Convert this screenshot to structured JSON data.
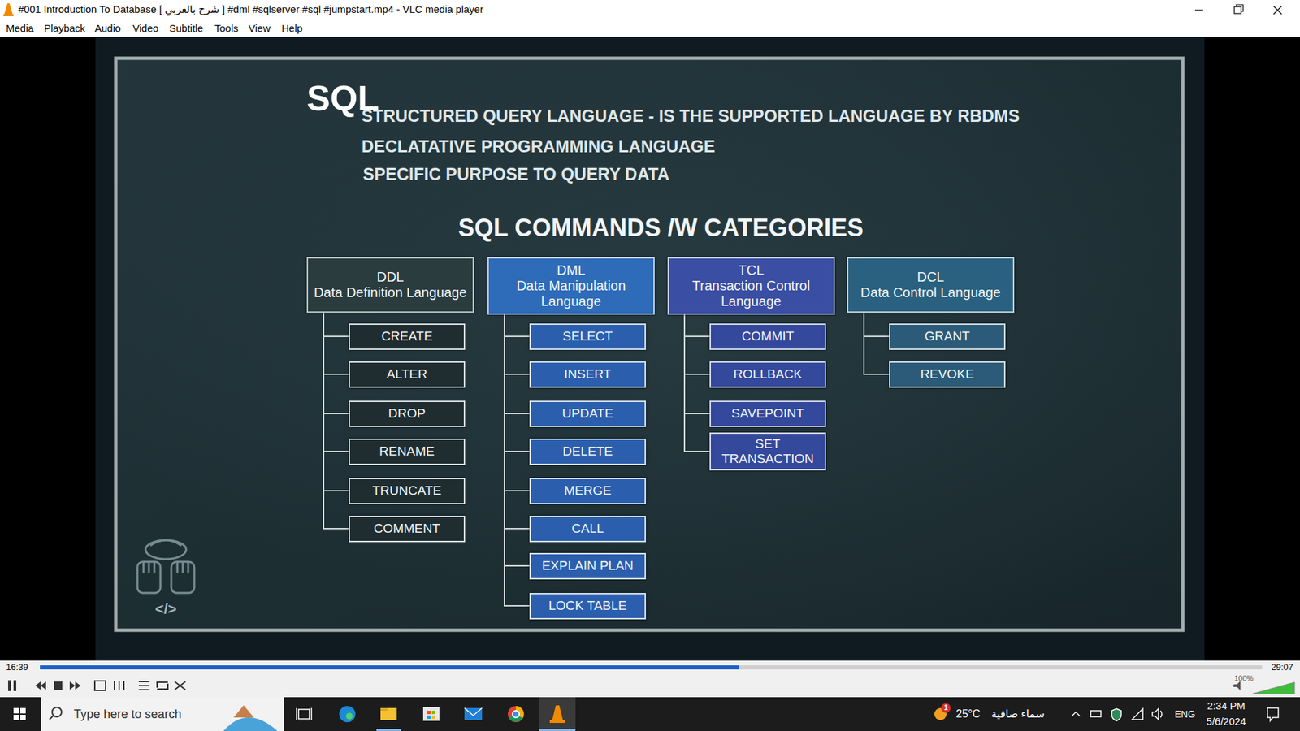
{
  "diagram": {
    "title": "SQL COMMANDS /W CATEGORIES",
    "nodes": [
      {
        "text": [
          "DDL",
          "Data Definition Language"
        ]
      },
      {
        "text": [
          "CREATE"
        ]
      },
      {
        "text": [
          "ALTER"
        ]
      },
      {
        "text": [
          "DROP"
        ]
      },
      {
        "text": [
          "RENAME"
        ]
      },
      {
        "text": [
          "TRUNCATE"
        ]
      },
      {
        "text": [
          "COMMENT"
        ]
      },
      {
        "text": [
          "DML",
          "Data Manipulation Language"
        ]
      },
      {
        "text": [
          "SELECT"
        ]
      },
      {
        "text": [
          "INSERT"
        ]
      },
      {
        "text": [
          "UPDATE"
        ]
      },
      {
        "text": [
          "DELETE"
        ]
      },
      {
        "text": [
          "MERGE"
        ]
      },
      {
        "text": [
          "CALL"
        ]
      },
      {
        "text": [
          "EXPLAIN PLAN"
        ]
      },
      {
        "text": [
          "LOCK TABLE"
        ]
      },
      {
        "text": [
          "TCL",
          "Transaction Control Language"
        ]
      },
      {
        "text": [
          "COMMIT"
        ]
      },
      {
        "text": [
          "ROLLBACK"
        ]
      },
      {
        "text": [
          "SAVEPOINT"
        ]
      },
      {
        "text": [
          "SET TRANSACTION"
        ]
      },
      {
        "text": [
          "DCL",
          "Data Control Language"
        ]
      },
      {
        "text": [
          "GRANT"
        ]
      },
      {
        "text": [
          "REVOKE"
        ]
      }
    ],
    "edges": [
      {
        "from": 0,
        "to": 1,
        "arrow": "none"
      },
      {
        "from": 0,
        "to": 2,
        "arrow": "none"
      },
      {
        "from": 0,
        "to": 3,
        "arrow": "none"
      },
      {
        "from": 0,
        "to": 4,
        "arrow": "none"
      },
      {
        "from": 0,
        "to": 5,
        "arrow": "none"
      },
      {
        "from": 0,
        "to": 6,
        "arrow": "none"
      },
      {
        "from": 7,
        "to": 8,
        "arrow": "none"
      },
      {
        "from": 7,
        "to": 9,
        "arrow": "none"
      },
      {
        "from": 7,
        "to": 10,
        "arrow": "none"
      },
      {
        "from": 7,
        "to": 11,
        "arrow": "none"
      },
      {
        "from": 7,
        "to": 12,
        "arrow": "none"
      },
      {
        "from": 7,
        "to": 13,
        "arrow": "none"
      },
      {
        "from": 7,
        "to": 14,
        "arrow": "none"
      },
      {
        "from": 7,
        "to": 15,
        "arrow": "none"
      },
      {
        "from": 16,
        "to": 17,
        "arrow": "none"
      },
      {
        "from": 16,
        "to": 18,
        "arrow": "none"
      },
      {
        "from": 16,
        "to": 19,
        "arrow": "none"
      },
      {
        "from": 16,
        "to": 20,
        "arrow": "none"
      },
      {
        "from": 21,
        "to": 22,
        "arrow": "none"
      },
      {
        "from": 21,
        "to": 23,
        "arrow": "none"
      }
    ],
    "labels": [
      "#001 Introduction To Database [ شرح بالعربي ] #dml #sqlserver #sql #jumpstart.mp4 - VLC media player",
      "Media",
      "Playback",
      "Audio",
      "Video",
      "Subtitle",
      "Tools",
      "View",
      "Help",
      "SQL",
      "STRUCTURED QUERY LANGUAGE - IS THE SUPPORTED LANGUAGE BY RBDMS",
      "DECLATATIVE PROGRAMMING LANGUAGE",
      "SPECIFIC PURPOSE TO QUERY DATA",
      "</>",
      "16:39",
      "29:07",
      "100%",
      "Type here to search",
      "1",
      "25°C",
      "سماء صافية",
      "ENG",
      "2:34 PM",
      "5/6/2024"
    ]
  }
}
